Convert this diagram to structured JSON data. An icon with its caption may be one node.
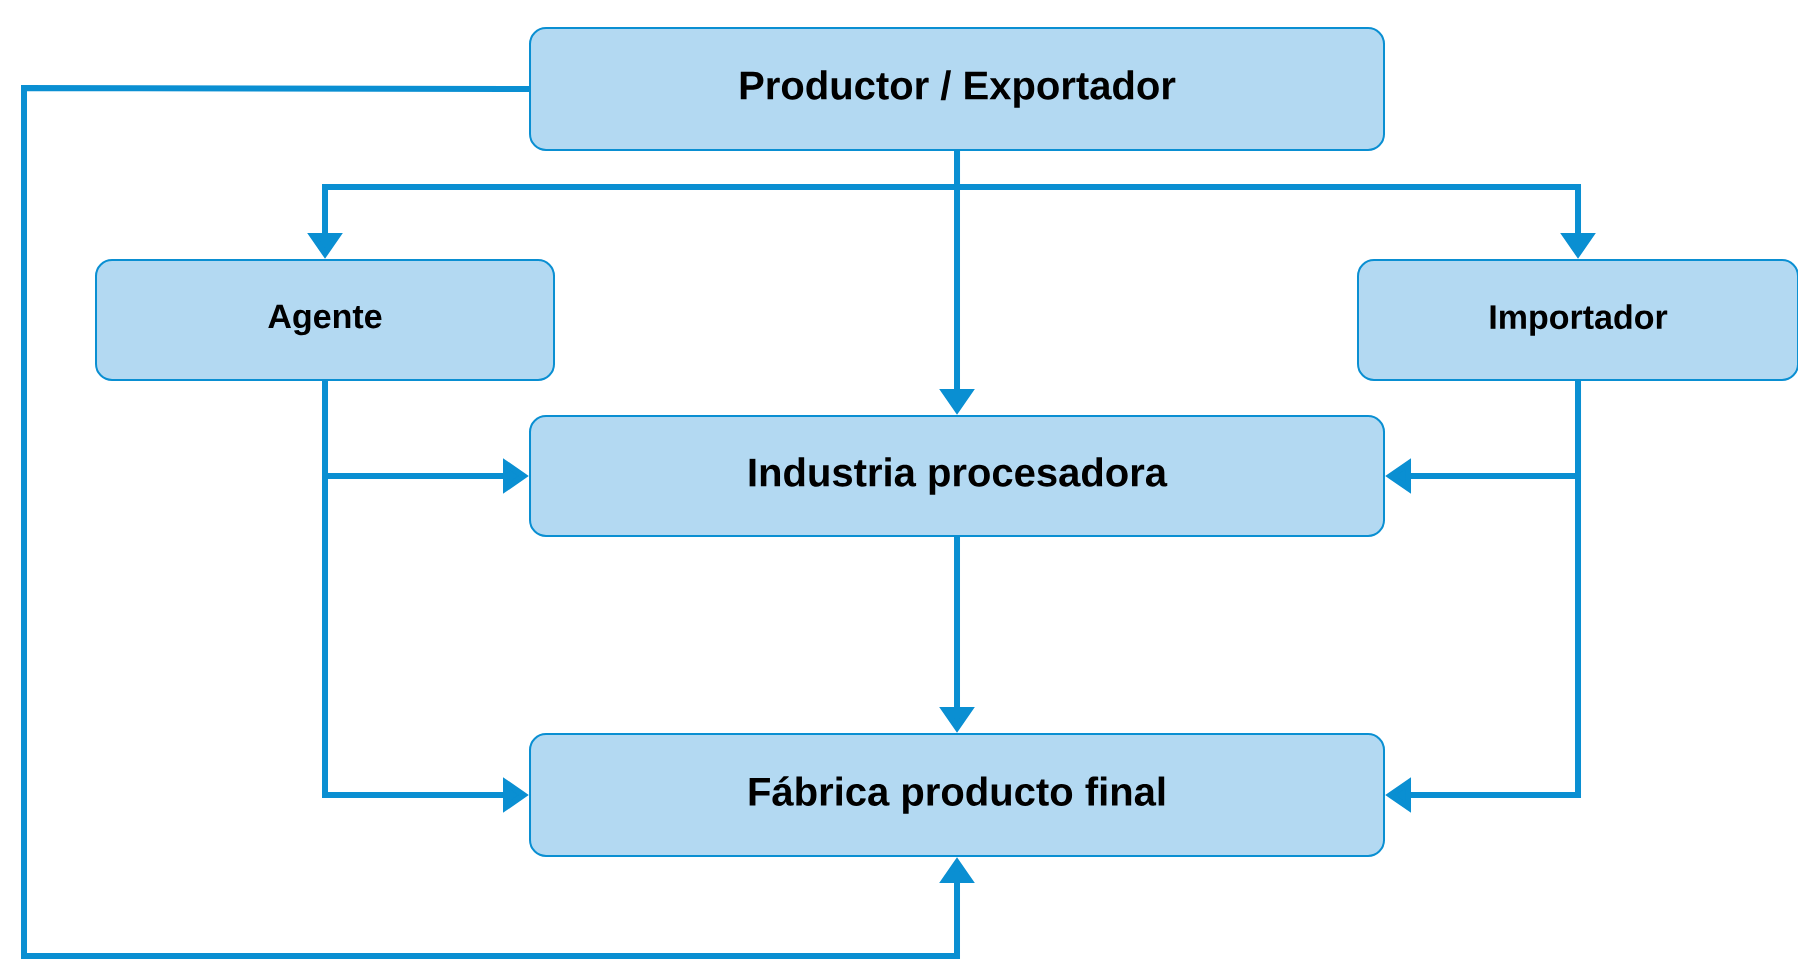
{
  "diagram": {
    "nodes": [
      {
        "text": [
          "Productor / Exportador"
        ]
      },
      {
        "text": [
          "Agente"
        ]
      },
      {
        "text": [
          "Importador"
        ]
      },
      {
        "text": [
          "Industria procesadora"
        ]
      },
      {
        "text": [
          "Fábrica producto final"
        ]
      }
    ],
    "edges": [
      {
        "from": 0,
        "to": 1,
        "arrow": "to"
      },
      {
        "from": 0,
        "to": 2,
        "arrow": "to"
      },
      {
        "from": 0,
        "to": 3,
        "arrow": "to"
      },
      {
        "from": 0,
        "to": 4,
        "arrow": "to"
      },
      {
        "from": 1,
        "to": 3,
        "arrow": "to"
      },
      {
        "from": 1,
        "to": 4,
        "arrow": "to"
      },
      {
        "from": 2,
        "to": 3,
        "arrow": "to"
      },
      {
        "from": 2,
        "to": 4,
        "arrow": "to"
      },
      {
        "from": 3,
        "to": 4,
        "arrow": "to"
      }
    ]
  }
}
